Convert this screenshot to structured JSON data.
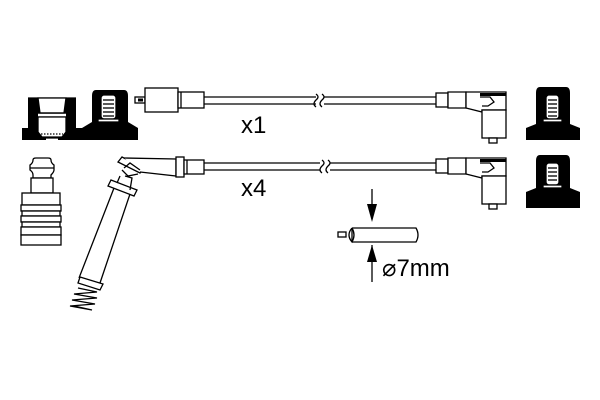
{
  "diagram": {
    "type": "ignition-lead-set",
    "colors": {
      "line": "#000000",
      "fill": "#000000",
      "background": "#ffffff"
    },
    "lead_groups": [
      {
        "quantity_label": "x1",
        "connector_a": "straight-coil-connector",
        "connector_b": "angled-plug-connector"
      },
      {
        "quantity_label": "x4",
        "connector_a": "angled-long-plug-boot",
        "connector_b": "angled-plug-connector"
      }
    ],
    "cable_spec": {
      "diameter_symbol": "⌀",
      "diameter_value": "7mm",
      "diameter_label": "⌀7mm"
    },
    "parts": [
      "boot-cutaway-icon",
      "boot-icon",
      "terminal-pin-icon",
      "spring-plug-boot-icon",
      "cable-cross-section-icon"
    ]
  }
}
